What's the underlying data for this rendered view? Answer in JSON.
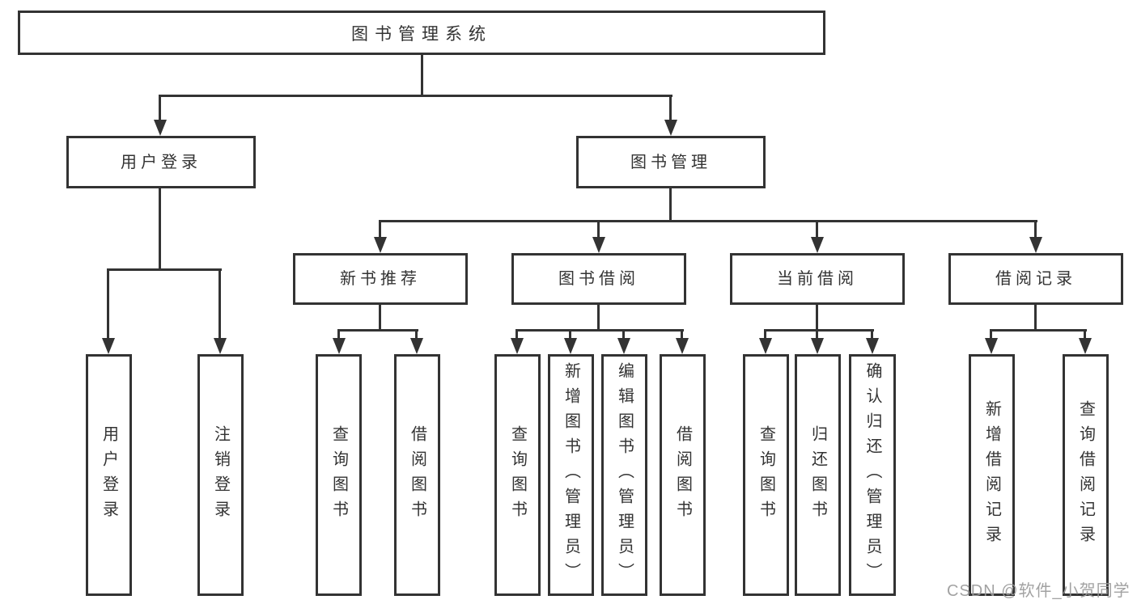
{
  "diagram_title": "图书管理系统",
  "colors": {
    "line": "#333333",
    "text": "#333333",
    "box_background": "#ffffff",
    "watermark": "#9b9b9b"
  },
  "tree": {
    "label": "图书管理系统",
    "children": [
      {
        "label": "用户登录",
        "children": [
          {
            "label": "用户登录"
          },
          {
            "label": "注销登录"
          }
        ]
      },
      {
        "label": "图书管理",
        "children": [
          {
            "label": "新书推荐",
            "children": [
              {
                "label": "查询图书"
              },
              {
                "label": "借阅图书"
              }
            ]
          },
          {
            "label": "图书借阅",
            "children": [
              {
                "label": "查询图书"
              },
              {
                "label": "新增图书（管理员）"
              },
              {
                "label": "编辑图书（管理员）"
              },
              {
                "label": "借阅图书"
              }
            ]
          },
          {
            "label": "当前借阅",
            "children": [
              {
                "label": "查询图书"
              },
              {
                "label": "归还图书"
              },
              {
                "label": "确认归还（管理员）"
              }
            ]
          },
          {
            "label": "借阅记录",
            "children": [
              {
                "label": "新增借阅记录"
              },
              {
                "label": "查询借阅记录"
              }
            ]
          }
        ]
      }
    ]
  },
  "watermark": {
    "text": "CSDN @软件_小贺同学"
  }
}
